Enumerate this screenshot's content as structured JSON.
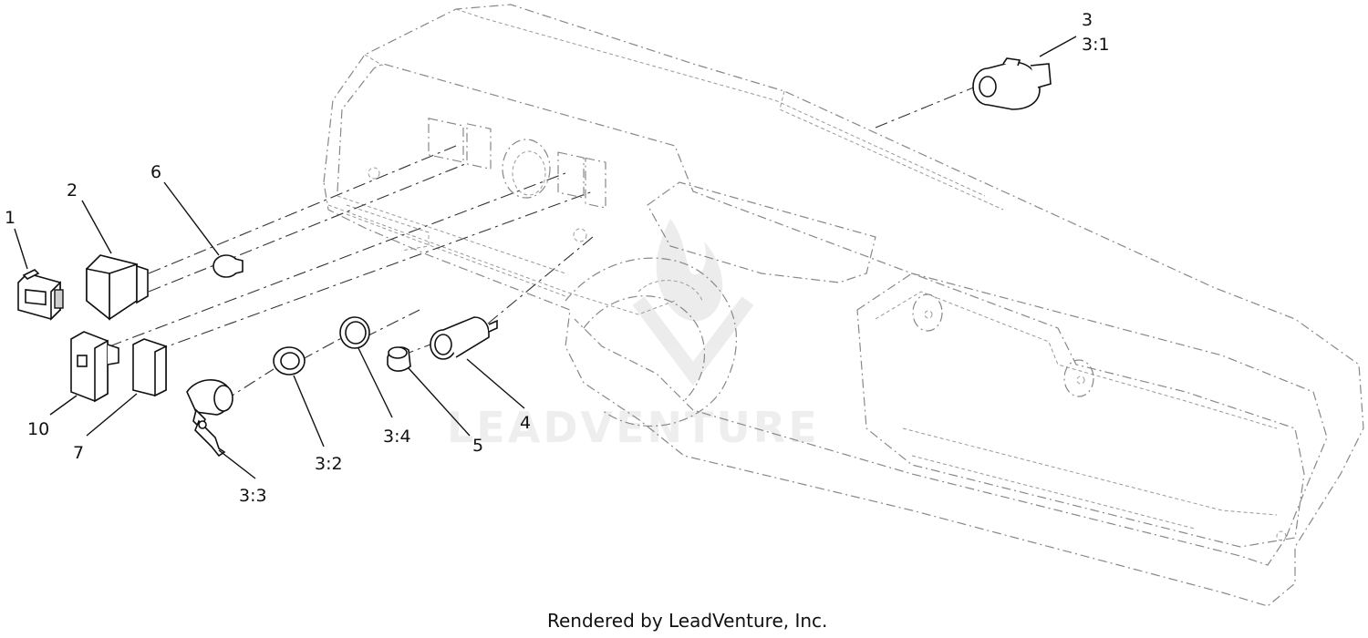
{
  "callouts": {
    "c1": "1",
    "c2": "2",
    "c3": "3",
    "c3_1": "3:1",
    "c3_2": "3:2",
    "c3_3": "3:3",
    "c3_4": "3:4",
    "c4": "4",
    "c5": "5",
    "c6": "6",
    "c7": "7",
    "c10": "10"
  },
  "watermark": "LEADVENTURE",
  "footer": "Rendered by LeadVenture, Inc."
}
